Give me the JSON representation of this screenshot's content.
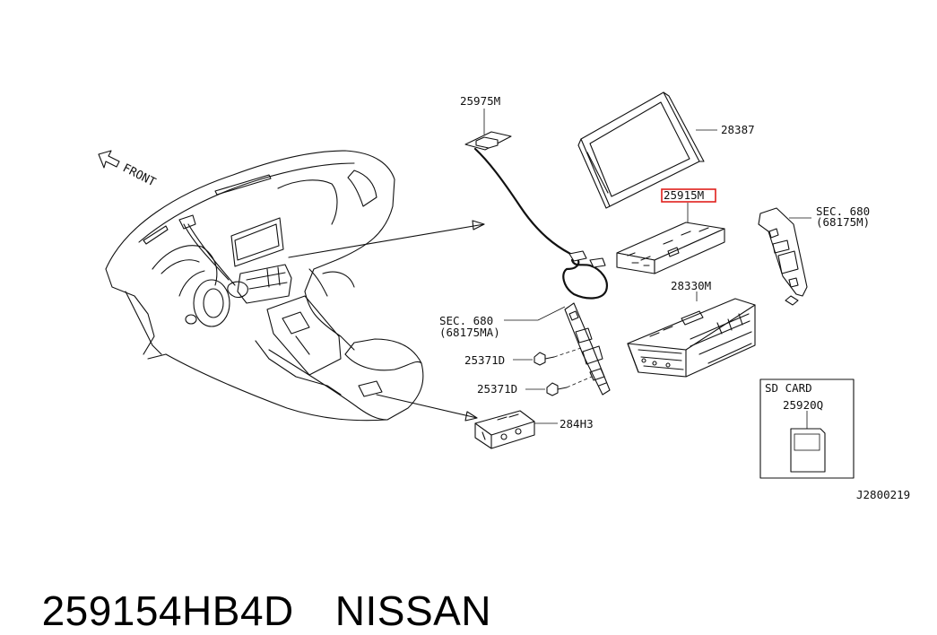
{
  "diagram": {
    "front_label": "FRONT",
    "callouts": {
      "c25975M": "25975M",
      "c28387": "28387",
      "c25915M": "25915M",
      "sec680_right_line1": "SEC. 680",
      "sec680_right_line2": "(68175M)",
      "c28330M": "28330M",
      "sec680_left_line1": "SEC. 680",
      "sec680_left_line2": "(68175MA)",
      "c25371D_top": "25371D",
      "c25371D_bottom": "25371D",
      "c284H3": "284H3",
      "sd_card_title": "SD CARD",
      "c25920Q": "25920Q"
    },
    "drawing_number": "J2800219",
    "highlighted_part": "25915M",
    "highlight_color": "#e0201c"
  },
  "footer": {
    "part_number": "259154HB4D",
    "brand": "NISSAN"
  }
}
